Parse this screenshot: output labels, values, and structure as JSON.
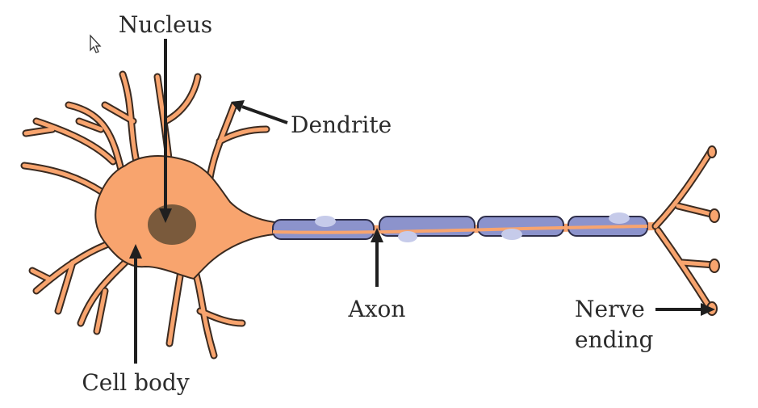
{
  "labels": {
    "nucleus": "Nucleus",
    "dendrite": "Dendrite",
    "axon": "Axon",
    "nerve_line1": "Nerve",
    "nerve_line2": "ending",
    "cell_body": "Cell body"
  },
  "colors": {
    "cell": "#F8A46E",
    "cell_outline": "#3A2A20",
    "nucleus": "#7A5A3C",
    "myelin": "#8C93CC",
    "myelin_outline": "#2E2E4A",
    "node_spot": "#C6CBEA",
    "arrow": "#1F1F1F",
    "text": "#2B2B2B"
  },
  "icons": {
    "cursor": "mouse-pointer-icon"
  }
}
